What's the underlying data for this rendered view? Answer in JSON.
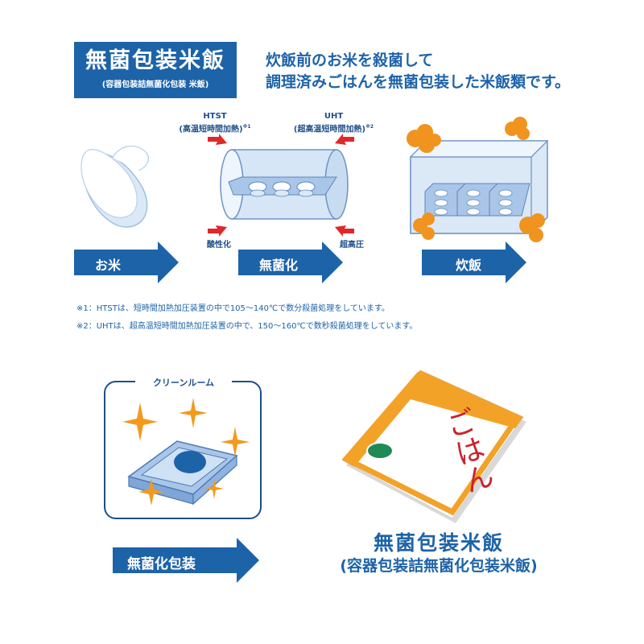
{
  "title": {
    "main": "無菌包装米飯",
    "sub": "(容器包装詰無菌化包装 米飯)"
  },
  "headline": {
    "line1": "炊飯前のお米を殺菌して",
    "line2": "調理済みごはんを無菌包装した米飯類です。"
  },
  "process": {
    "htst": {
      "name": "HTST",
      "desc": "(高温短時間加熱)",
      "mark": "※1"
    },
    "uht": {
      "name": "UHT",
      "desc": "(超高温短時間加熱)",
      "mark": "※2"
    },
    "acid_label": "酸性化",
    "pressure_label": "超高圧",
    "steps": [
      "お米",
      "無菌化",
      "炊飯"
    ]
  },
  "notes": [
    "※1：HTSTは、短時間加熱加圧装置の中で105〜140℃で数分殺菌処理をしています。",
    "※2：UHTは、超高温短時間加熱加圧装置の中で、150〜160℃で数秒殺菌処理をしています。"
  ],
  "clean_room": {
    "label": "クリーンルーム",
    "arrow_label": "無菌化包装"
  },
  "product": {
    "package_text": "ごはん",
    "title": "無菌包装米飯",
    "subtitle": "(容器包装詰無菌化包装米飯)"
  },
  "colors": {
    "brand_blue": "#1d63a8",
    "arrow_red": "#e0282b",
    "steam_orange": "#f0941f",
    "package_orange": "#f3a228",
    "sparkle": "#f39a1e"
  }
}
